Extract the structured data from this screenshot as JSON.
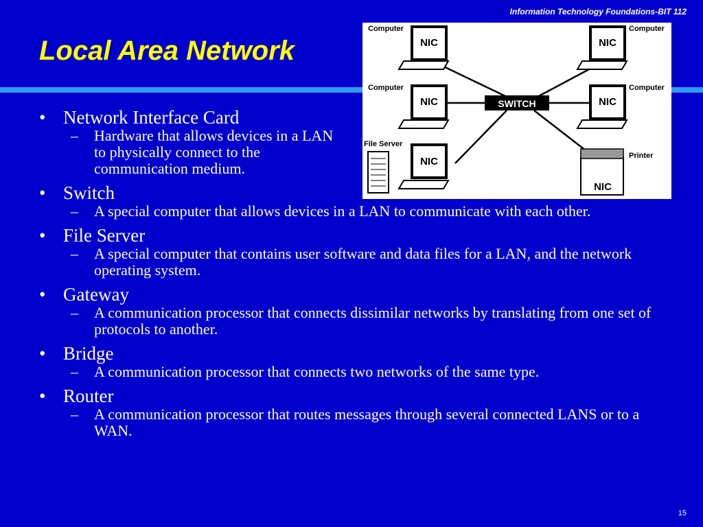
{
  "header": {
    "course": "Information Technology Foundations-BIT 112"
  },
  "title": "Local Area Network",
  "diagram": {
    "switch_label": "SWITCH",
    "nic_label": "NIC",
    "labels": {
      "computer_tl": "Computer",
      "computer_tr": "Computer",
      "computer_ml": "Computer",
      "computer_mr": "Computer",
      "file_server": "File Server",
      "printer": "Printer"
    }
  },
  "bullets": [
    {
      "term": "Network Interface Card",
      "desc": "Hardware that allows devices in a LAN to physically connect to the communication medium."
    },
    {
      "term": "Switch",
      "desc": "A special computer that allows devices in a LAN to communicate with each other."
    },
    {
      "term": "File Server",
      "desc": "A special computer that contains user software and data files for a LAN, and the network operating system."
    },
    {
      "term": "Gateway",
      "desc": "A communication processor that connects dissimilar networks by translating from one set of protocols to another."
    },
    {
      "term": "Bridge",
      "desc": "A communication processor that connects two networks of the same type."
    },
    {
      "term": "Router",
      "desc": "A communication processor that routes messages through several connected LANS or to a WAN."
    }
  ],
  "bullet_symbol": "•",
  "dash_symbol": "–",
  "page_number": "15",
  "colors": {
    "background": "#0000cc",
    "title": "#ffff00",
    "rule": "#3399ff",
    "text": "#ffffff"
  }
}
